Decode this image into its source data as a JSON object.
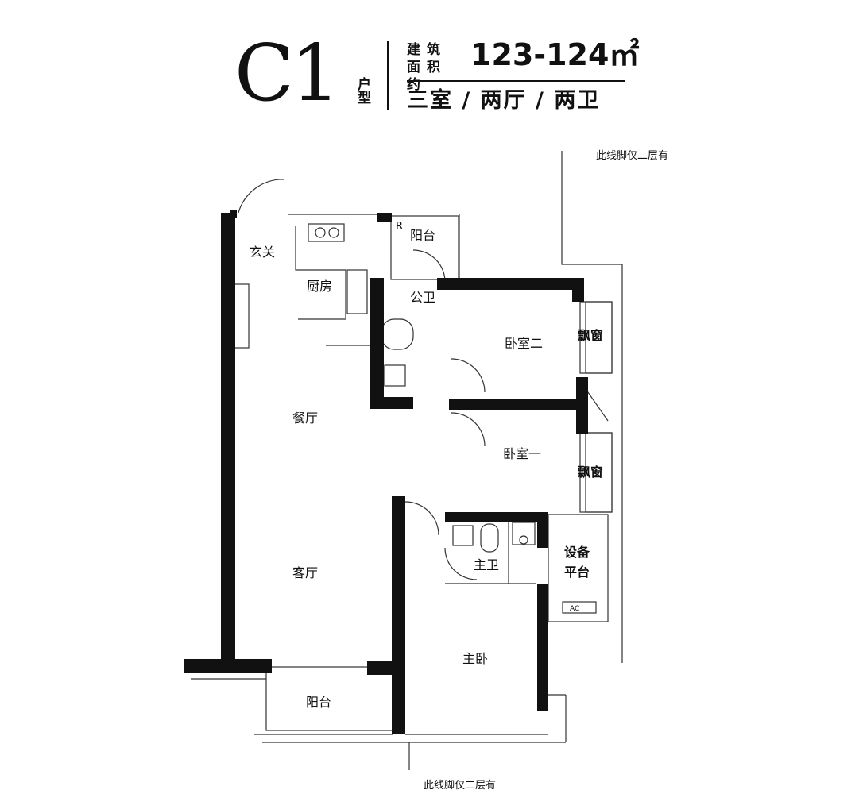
{
  "header": {
    "unit_code": "C1",
    "unit_type_label": "户型",
    "area_label": "建筑面积约",
    "area_value": "123-124㎡",
    "layout": "三室 / 两厅 / 两卫"
  },
  "rooms": {
    "foyer": "玄关",
    "kitchen": "厨房",
    "balcony_north": "阳台",
    "public_bath": "公卫",
    "bedroom_two": "卧室二",
    "bay_window_top": "飘窗",
    "dining": "餐厅",
    "bedroom_one": "卧室一",
    "bay_window_bottom": "飘窗",
    "living": "客厅",
    "master_bath": "主卫",
    "equipment_platform_1": "设备",
    "equipment_platform_2": "平台",
    "ac_label": "AC",
    "master_bedroom": "主卧",
    "balcony_south": "阳台",
    "fridge_label": "R"
  },
  "notes": {
    "line_note_top": "此线脚仅二层有",
    "line_note_bottom": "此线脚仅二层有"
  },
  "colors": {
    "wall": "#111111",
    "line": "#333333"
  }
}
